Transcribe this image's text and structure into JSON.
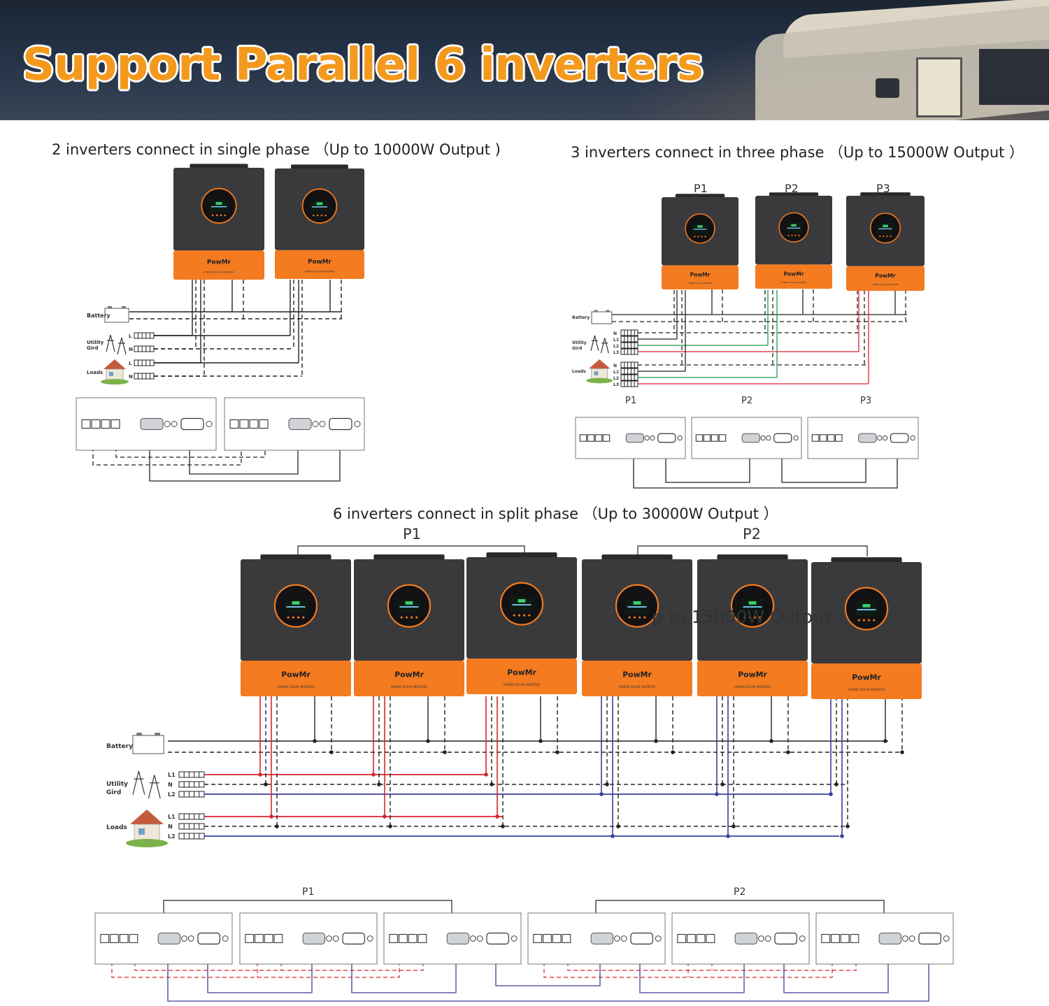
{
  "banner": {
    "title": "Support Parallel 6 inverters"
  },
  "brand": {
    "name": "PowMr",
    "model": "HYBRID SOLAR INVERTER",
    "orange": "#f47b20",
    "body": "#3a3a3d"
  },
  "legend": {
    "battery": "Battery",
    "utility_line1": "Utility",
    "utility_line2": "Gird",
    "loads": "Loads",
    "l": "L",
    "n": "N",
    "l1": "L1",
    "l2": "L2",
    "l3": "L3"
  },
  "sections": {
    "single": {
      "caption": "2 inverters connect in single phase （Up to 10000W Output )"
    },
    "three": {
      "caption": "3 inverters connect in three phase （Up to 15000W Output ）",
      "phases": [
        "P1",
        "P2",
        "P3"
      ]
    },
    "split": {
      "caption": "6 inverters connect in split phase （Up to 30000W Output ）",
      "phases": [
        "P1",
        "P2"
      ],
      "overlay_text": "p to 15000W Output"
    }
  },
  "wire_colors": {
    "red": "#d9232e",
    "green": "#1f9a4a",
    "blue": "#3b3f9a",
    "black": "#222222",
    "dashed_red": "#d9232e"
  }
}
